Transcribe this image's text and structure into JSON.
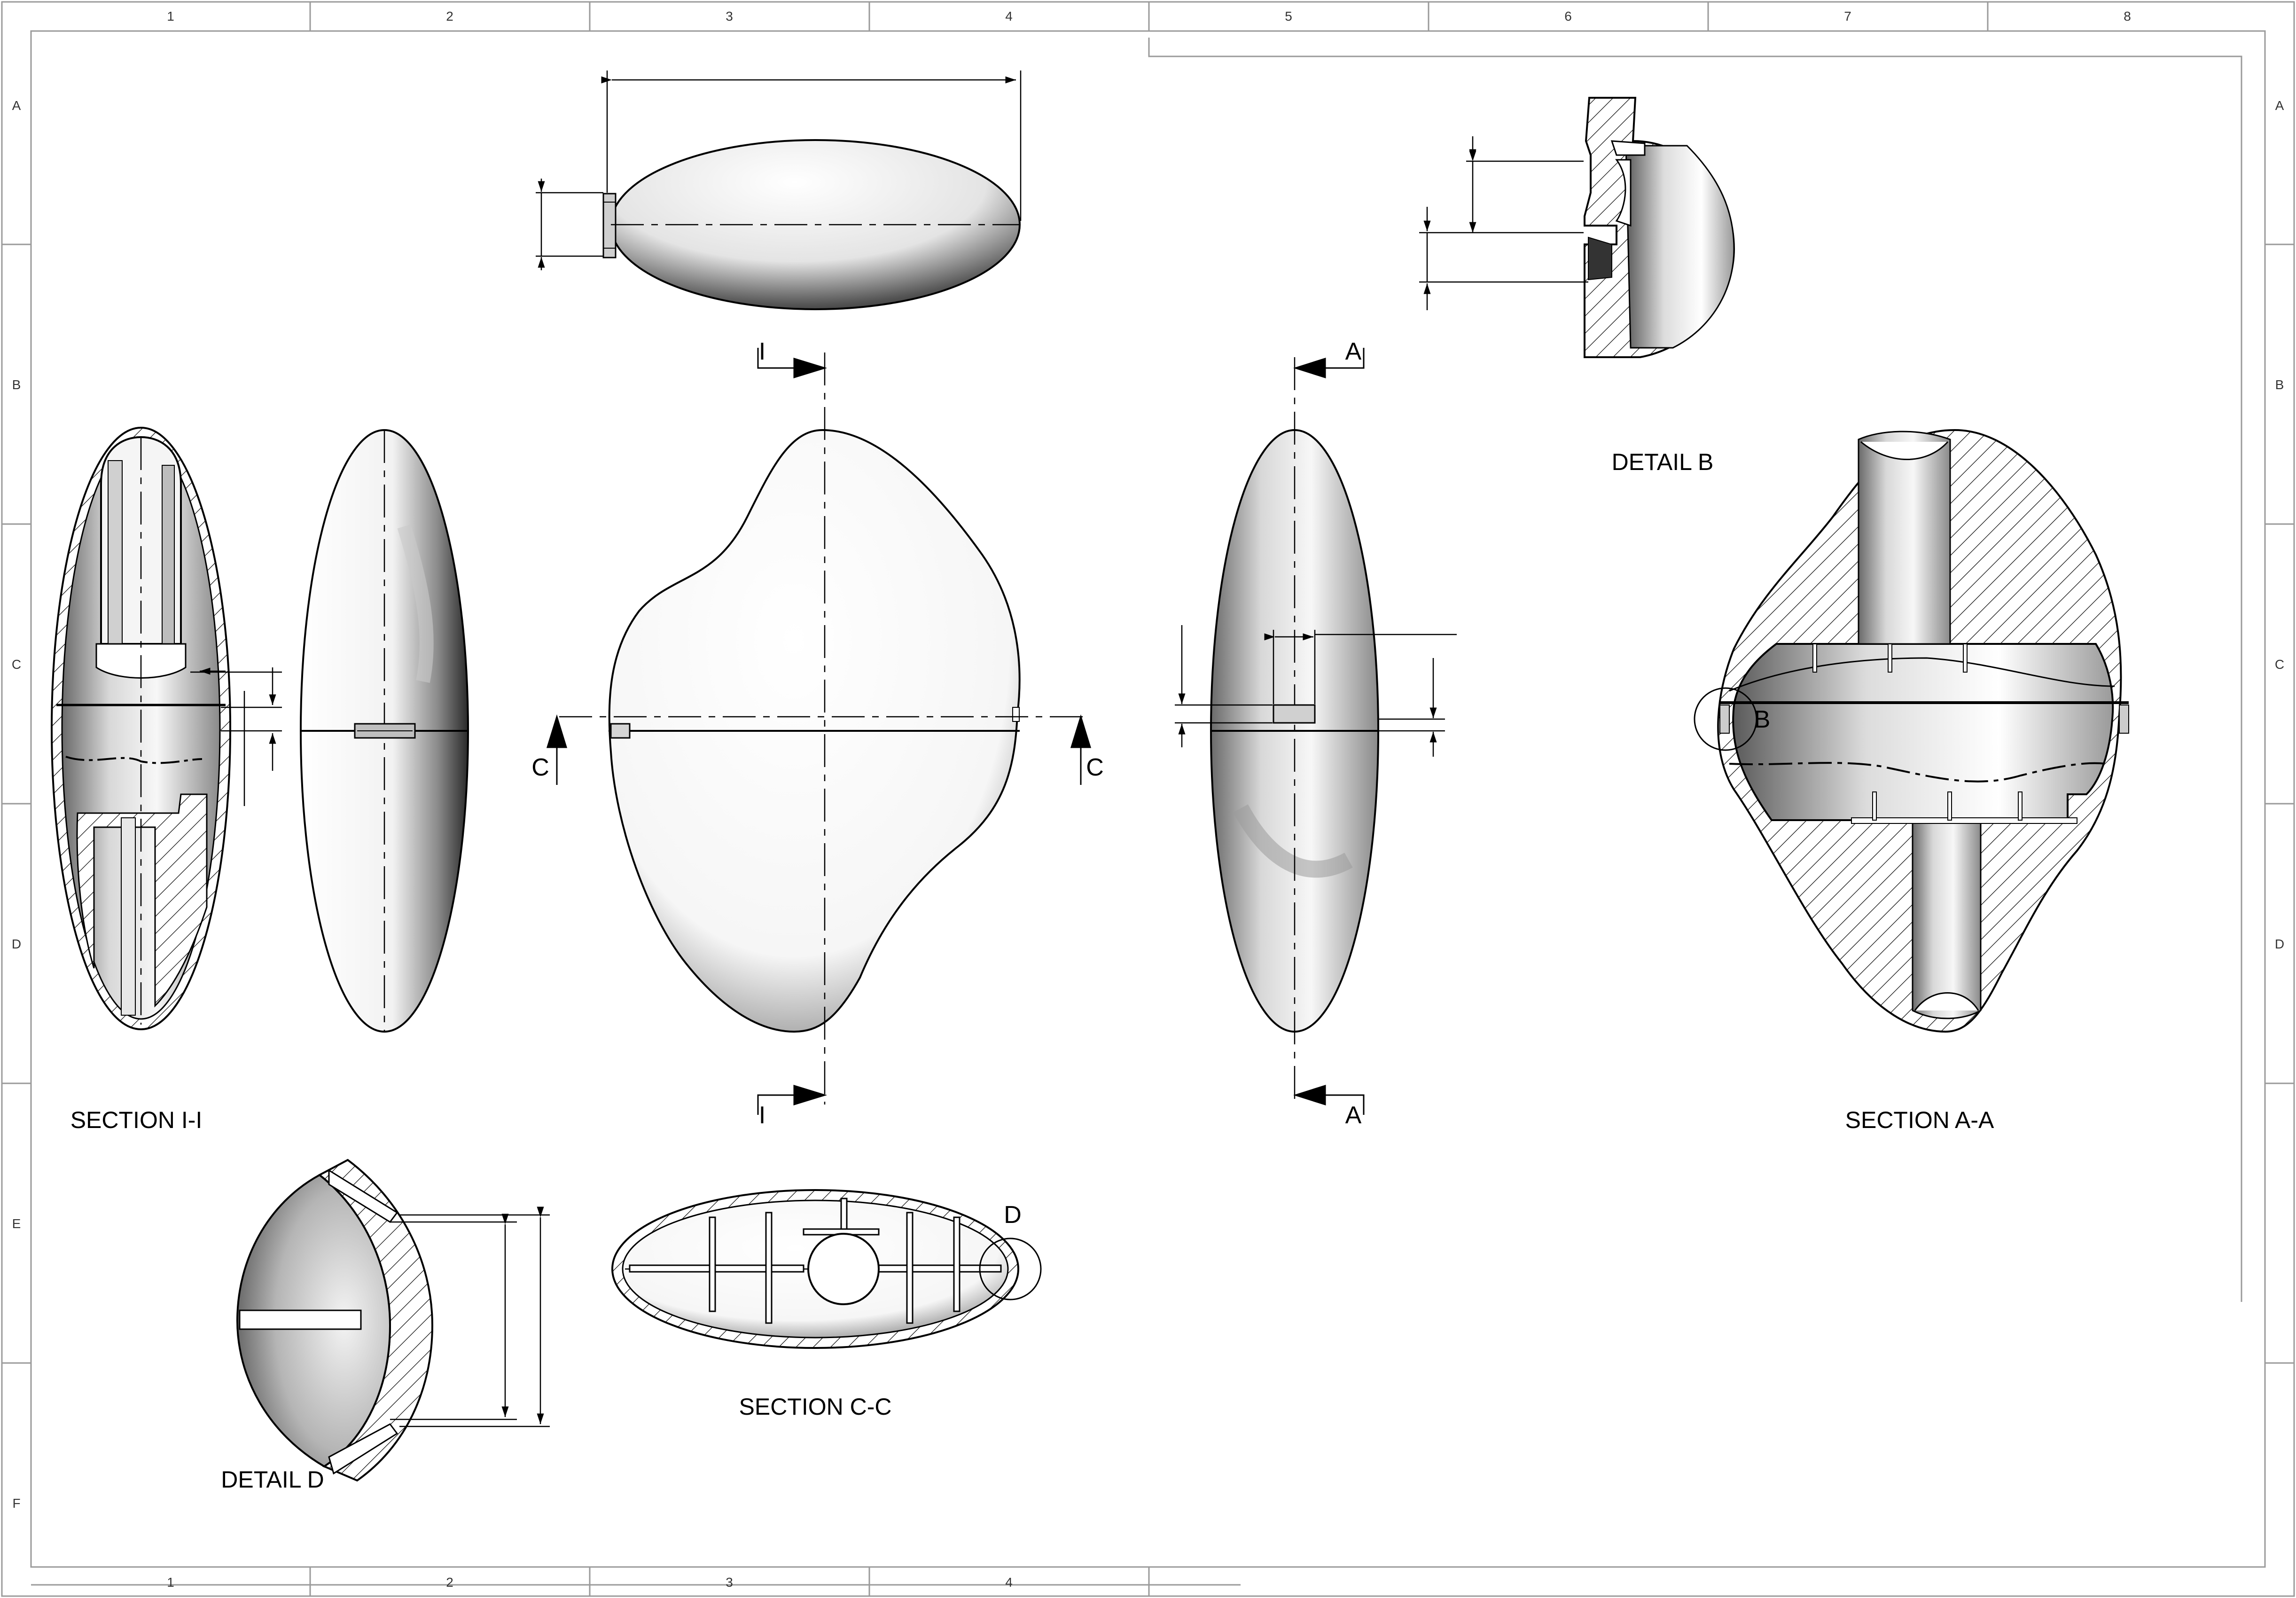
{
  "sheet": {
    "columns": [
      "1",
      "2",
      "3",
      "4",
      "5",
      "6",
      "7",
      "8"
    ],
    "rows": [
      "A",
      "B",
      "C",
      "D",
      "E",
      "F"
    ]
  },
  "views": {
    "section_ii": "SECTION I-I",
    "section_aa": "SECTION A-A",
    "section_cc": "SECTION C-C",
    "detail_b": "DETAIL B",
    "detail_d": "DETAIL D"
  },
  "markers": {
    "section_i": "I",
    "section_a": "A",
    "section_c": "C",
    "detail_b": "B",
    "detail_d": "D"
  },
  "colors": {
    "line": "#000000",
    "border": "#9a9a9a",
    "shade_dark": "#4a4a4a"
  }
}
